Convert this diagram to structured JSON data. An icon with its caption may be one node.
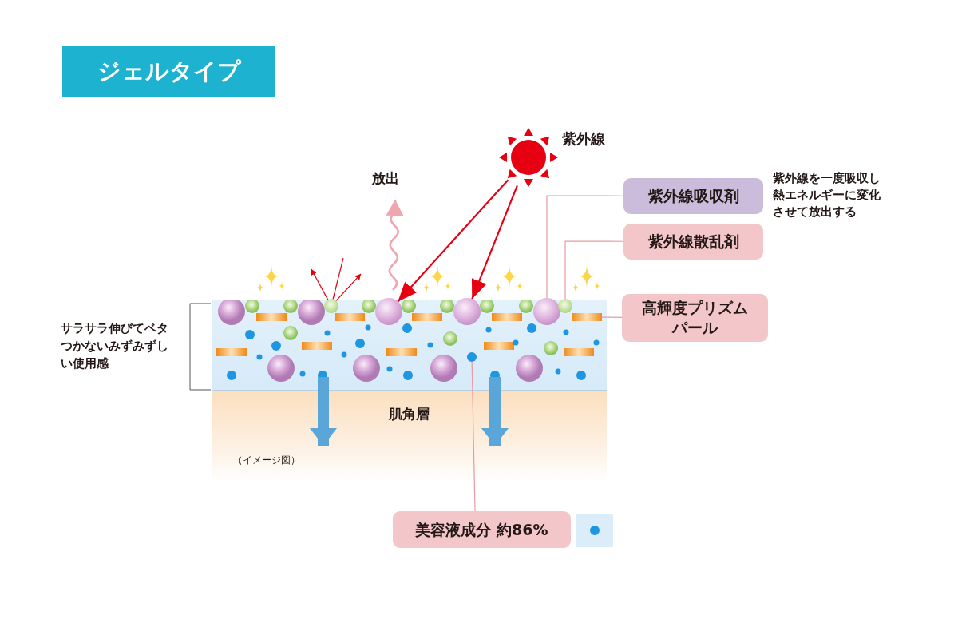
{
  "diagram": {
    "title": "ジェルタイプ",
    "nodes": [
      {
        "text": [],
        "shape": "picture",
        "beside": [
          "紫外線"
        ]
      },
      {
        "text": [
          "放出"
        ]
      },
      {
        "text": [],
        "shape": "box"
      },
      {
        "text": [
          "肌角層"
        ]
      },
      {
        "text": [],
        "shape": "circle",
        "in": 2
      },
      {
        "text": [],
        "shape": "circle",
        "in": 2
      },
      {
        "text": [],
        "shape": "bar",
        "in": 2
      },
      {
        "text": [],
        "shape": "circle",
        "in": 2
      },
      {
        "text": [],
        "shape": "circle",
        "in": 2
      },
      {
        "text": [],
        "shape": "circle",
        "in": 2
      },
      {
        "text": [],
        "shape": "circle",
        "in": 2
      },
      {
        "text": [
          "紫外線吸収剤"
        ],
        "beside": [
          "紫外線を一度吸収し熱エネルギーに変化させて放出する"
        ]
      },
      {
        "text": [
          "紫外線散乱剤"
        ]
      },
      {
        "text": [
          "高輝度プリズムパール"
        ]
      },
      {
        "text": [
          "美容液成分 約86%"
        ]
      }
    ],
    "edges": [
      {
        "from": 0,
        "to": 8,
        "arrow": "to",
        "color": "#e60012"
      },
      {
        "from": 0,
        "to": 9,
        "arrow": "to",
        "color": "#e60012"
      },
      {
        "from": null,
        "to": 10,
        "arrow": "none",
        "color": "#e60012"
      },
      {
        "from": 10,
        "to": null,
        "arrow": "to",
        "color": "#e60012"
      },
      {
        "from": 10,
        "to": null,
        "arrow": "to",
        "color": "#e60012"
      },
      {
        "from": 2,
        "to": 1,
        "arrow": "to",
        "color": "#f0a6ae"
      },
      {
        "from": 2,
        "to": 3,
        "arrow": "to",
        "style": "thick",
        "color": "#5aa6d8"
      },
      {
        "from": 2,
        "to": 3,
        "arrow": "to",
        "style": "thick",
        "color": "#5aa6d8"
      },
      {
        "from": 11,
        "to": 4,
        "arrow": "none",
        "color": "#e89aa6"
      },
      {
        "from": 12,
        "to": 5,
        "arrow": "none",
        "color": "#e89aa6"
      },
      {
        "from": 13,
        "to": 6,
        "arrow": "none",
        "color": "#e89aa6"
      },
      {
        "from": 14,
        "to": 7,
        "arrow": "none",
        "color": "#e89aa6"
      }
    ],
    "labels": [
      "サラサラ伸びてベタつかないみずみずしい使用感",
      "（イメージ図）"
    ]
  }
}
